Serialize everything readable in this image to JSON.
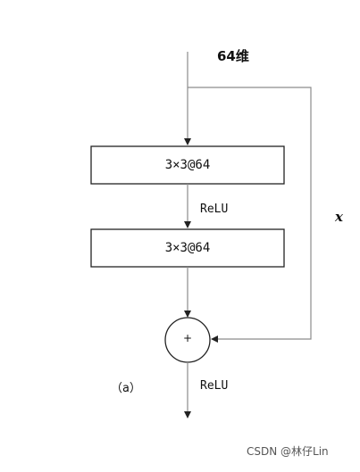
{
  "diagram": {
    "input_label": "64维",
    "block1_label": "3×3@64",
    "activation1_label": "ReLU",
    "block2_label": "3×3@64",
    "sum_symbol": "+",
    "activation2_label": "ReLU",
    "skip_label": "x",
    "subfigure_label": "（a）"
  },
  "watermark": "CSDN @林仔Lin",
  "colors": {
    "line": "#8c8c8c",
    "box_border": "#222222",
    "text": "#111111"
  }
}
